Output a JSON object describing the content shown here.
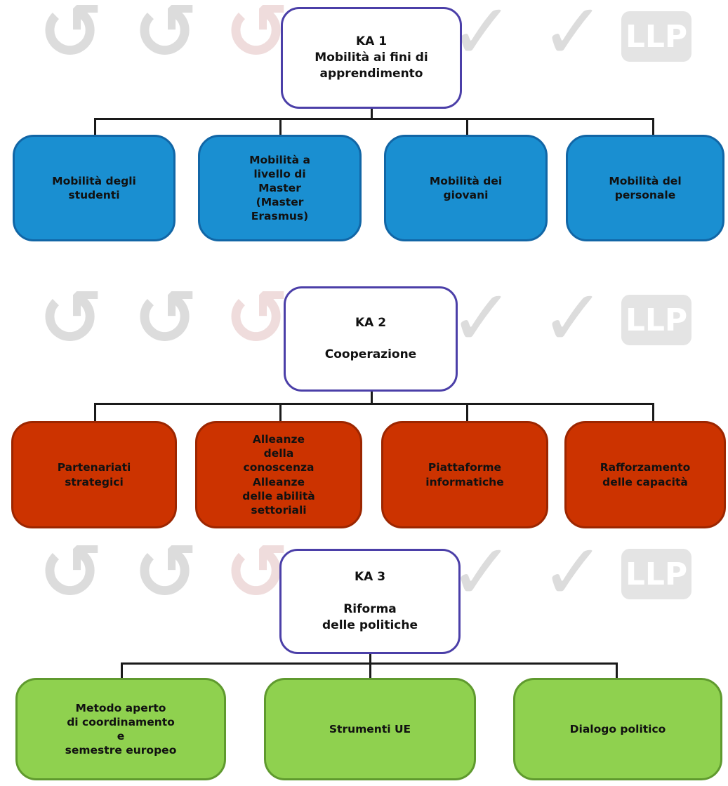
{
  "watermark": {
    "logo_text": "LLP"
  },
  "sections": [
    {
      "head": "KA 1\nMobilità ai fini di\napprendimento",
      "color": "#1a8fd1",
      "children": [
        "Mobilità degli\nstudenti",
        "Mobilità a\nlivello di\nMaster\n(Master\nErasmus)",
        "Mobilità dei\ngiovani",
        "Mobilità del\npersonale"
      ]
    },
    {
      "head": "KA 2\n\nCooperazione",
      "color": "#cc3300",
      "children": [
        "Partenariati\nstrategici",
        "Alleanze\ndella\nconoscenza\nAlleanze\ndelle abilità\nsettoriali",
        "Piattaforme\ninformatiche",
        "Rafforzamento\ndelle capacità"
      ]
    },
    {
      "head": "KA 3\n\nRiforma\ndelle politiche",
      "color": "#8fd14f",
      "children": [
        "Metodo aperto\ndi  coordinamento\ne\nsemestre europeo",
        "Strumenti UE",
        "Dialogo politico"
      ]
    }
  ]
}
